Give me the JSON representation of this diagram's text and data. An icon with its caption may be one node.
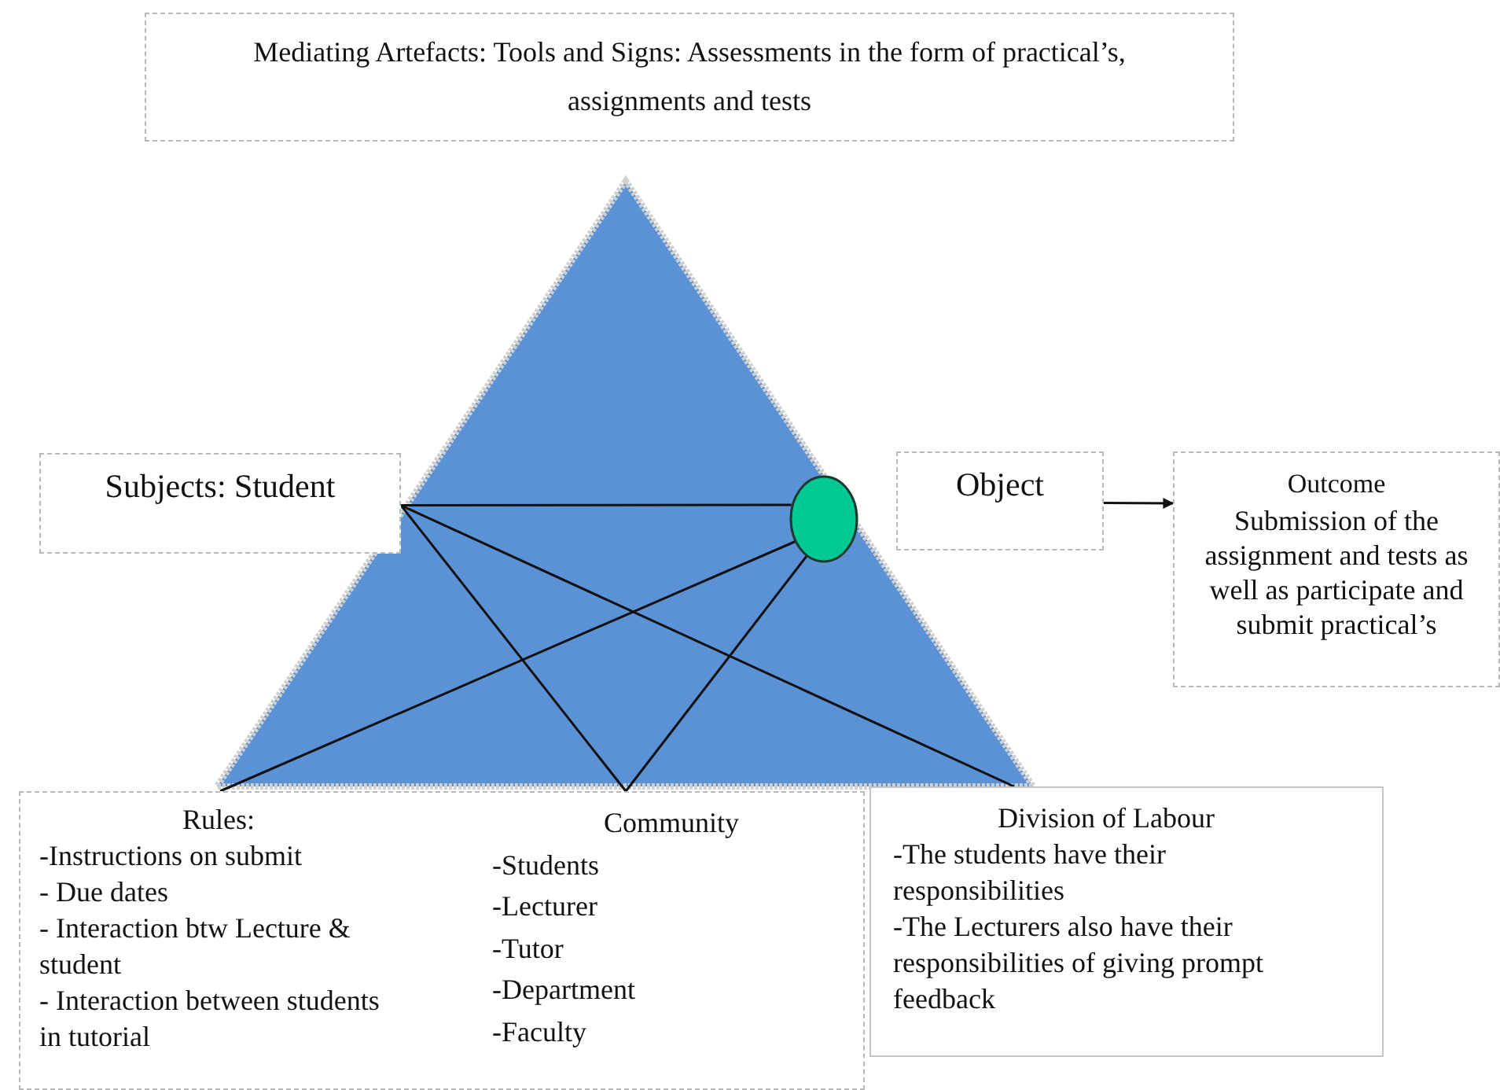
{
  "diagram": {
    "nodes": [
      {
        "text": [
          "Mediating Artefacts: Tools and Signs: Assessments in the form of practical’s, assignments and tests"
        ]
      },
      {
        "text": [
          "Subjects: Student"
        ]
      },
      {
        "text": [],
        "shape": "circle"
      },
      {
        "text": [
          "Object"
        ]
      },
      {
        "text": [
          "Outcome",
          "Submission of the assignment and tests as well as participate and submit practical’s"
        ]
      },
      {
        "text": [
          "Rules:",
          "-Instructions on submit",
          "- Due dates",
          "- Interaction btw Lecture & student",
          "- Interaction between students in tutorial",
          "Community",
          "-Students",
          "-Lecturer",
          "-Tutor",
          "-Department",
          "-Faculty"
        ]
      },
      {
        "text": [
          "Division of Labour",
          "-The students have their responsibilities",
          "-The Lecturers also have their responsibilities of giving prompt feedback"
        ]
      }
    ],
    "edges": [
      {
        "from": 1,
        "to": 2,
        "arrow": "none"
      },
      {
        "from": 1,
        "to": 5,
        "arrow": "none"
      },
      {
        "from": 1,
        "to": 6,
        "arrow": "none"
      },
      {
        "from": 2,
        "to": 5,
        "arrow": "none"
      },
      {
        "from": 2,
        "to": 5,
        "arrow": "none"
      },
      {
        "from": 3,
        "to": 4,
        "arrow": "to"
      }
    ]
  }
}
